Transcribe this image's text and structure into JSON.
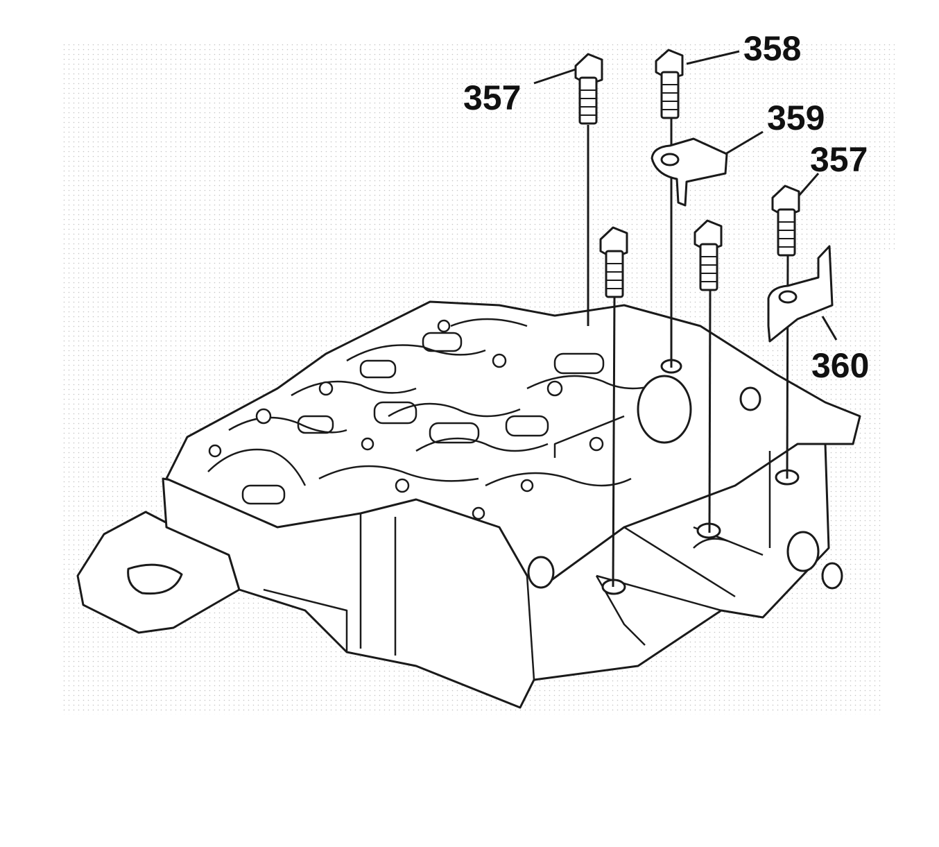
{
  "callouts": {
    "bolt_357_left": "357",
    "bolt_358": "358",
    "bracket_359": "359",
    "bolt_357_right": "357",
    "bracket_360": "360"
  },
  "colors": {
    "line": "#1a1a1a",
    "stipple": "#c4c4c4",
    "paper": "#ffffff"
  }
}
